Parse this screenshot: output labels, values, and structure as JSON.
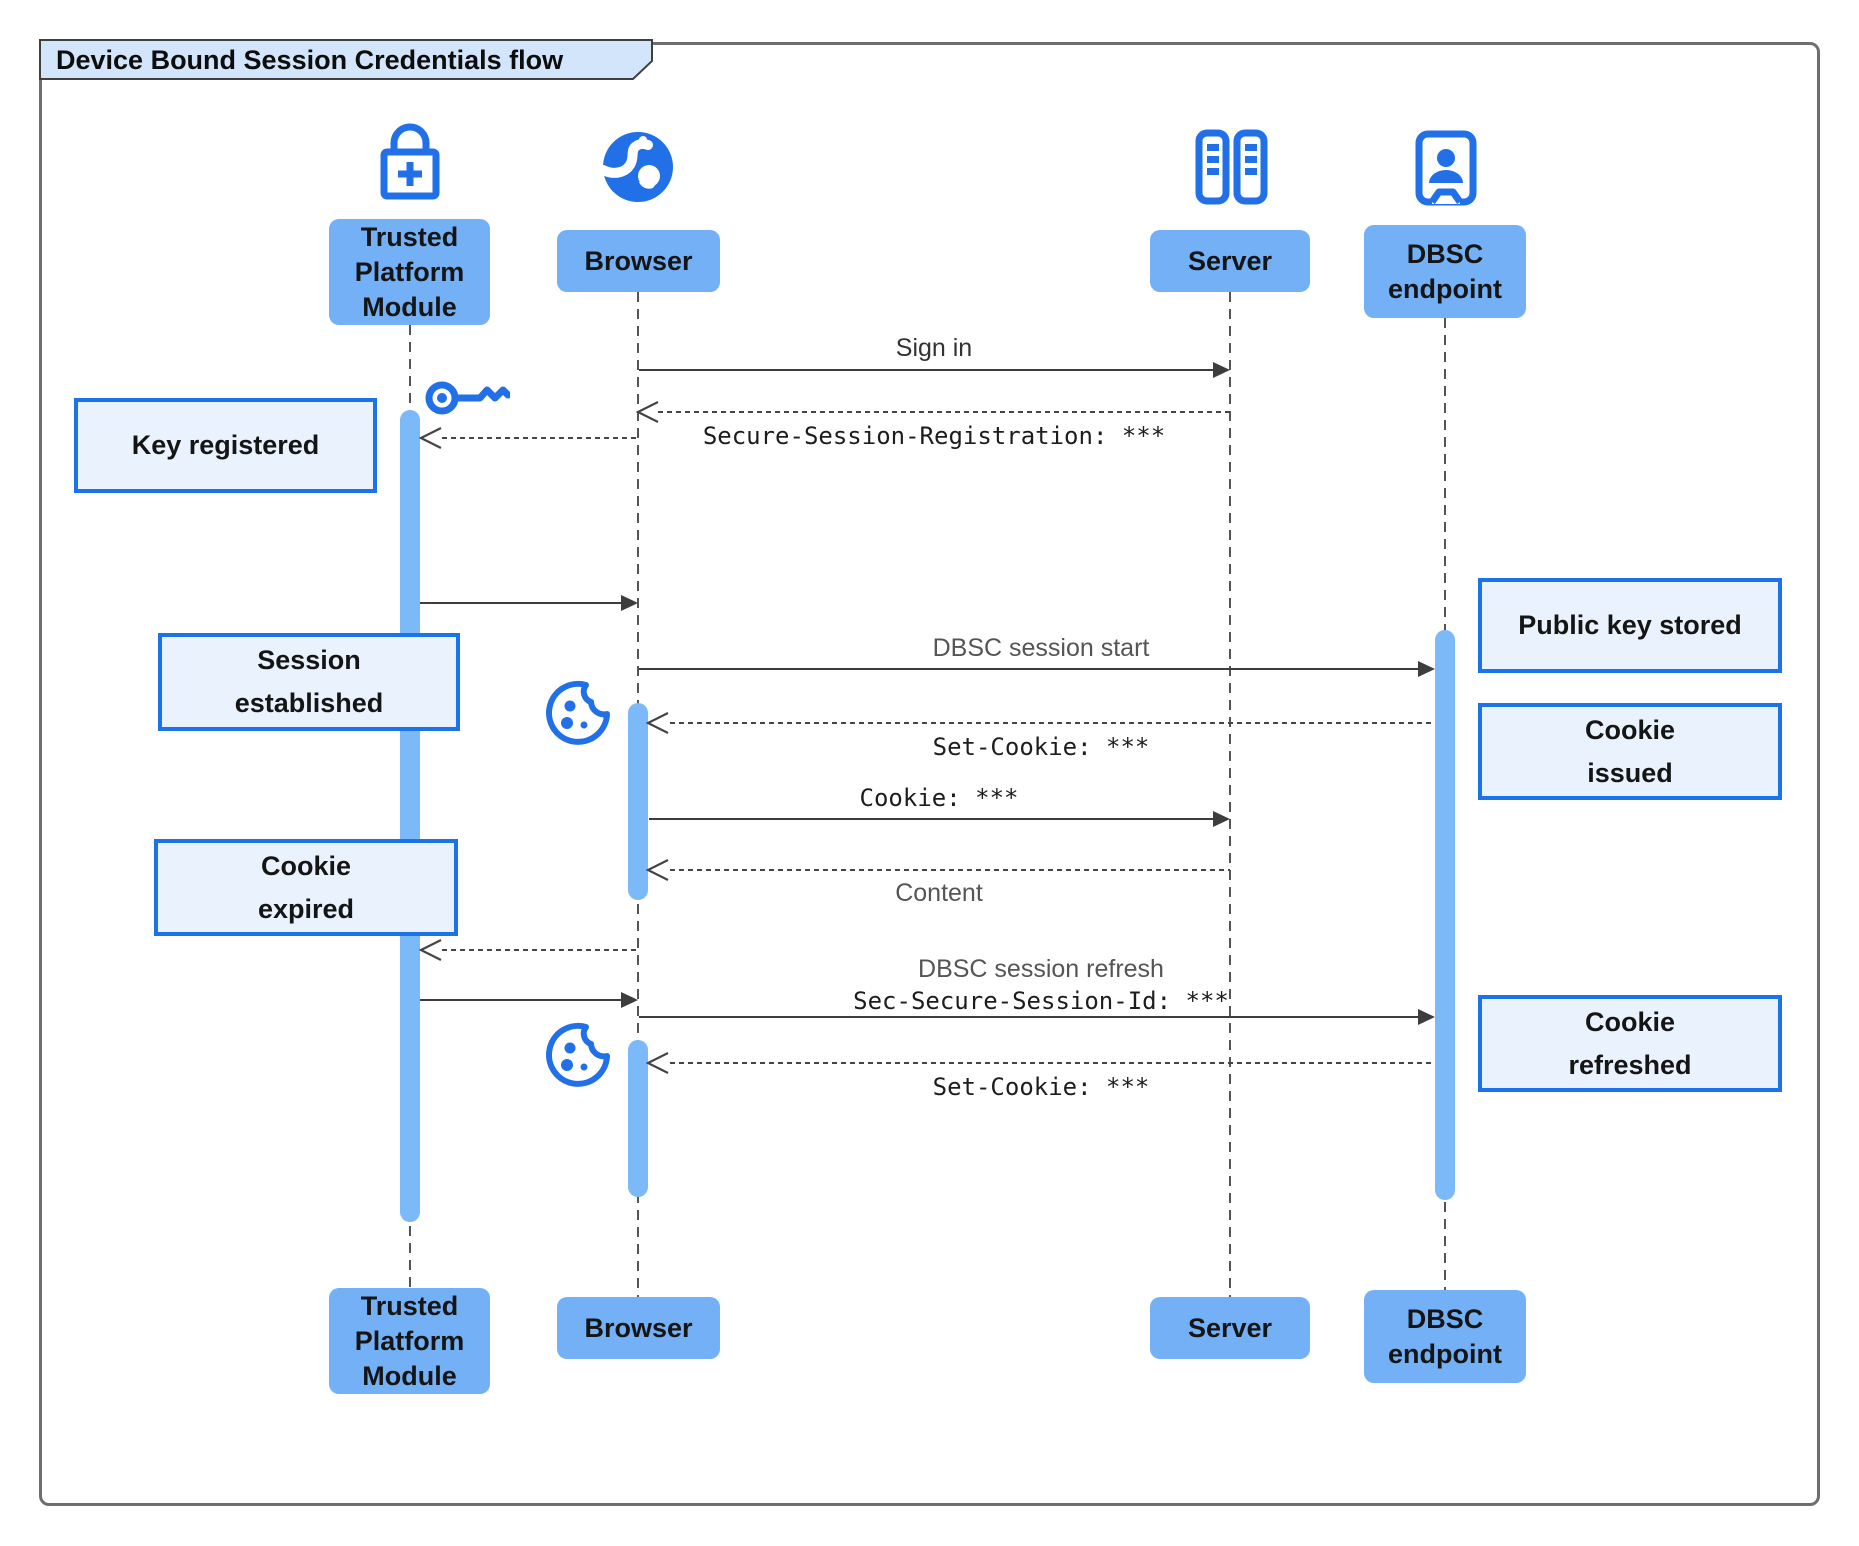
{
  "title": "Device Bound Session Credentials flow",
  "actors": {
    "tpm": {
      "label": "Trusted\nPlatform\nModule"
    },
    "browser": {
      "label": "Browser"
    },
    "server": {
      "label": "Server"
    },
    "dbsc": {
      "label": "DBSC\nendpoint"
    }
  },
  "messages": {
    "sign_in": {
      "label": "Sign in"
    },
    "session_registration": {
      "label": "Secure-Session-Registration: ***"
    },
    "dbsc_session_start": {
      "label": "DBSC session start"
    },
    "set_cookie_1": {
      "label": "Set-Cookie: ***"
    },
    "cookie": {
      "label": "Cookie: ***"
    },
    "content": {
      "label": "Content"
    },
    "dbsc_session_refresh": {
      "label": "DBSC session refresh"
    },
    "secure_session_id": {
      "label": "Sec-Secure-Session-Id: ***"
    },
    "set_cookie_2": {
      "label": "Set-Cookie: ***"
    }
  },
  "notes": {
    "key_registered": {
      "text": "Key registered"
    },
    "session_established": {
      "text": "Session\nestablished"
    },
    "cookie_expired": {
      "text": "Cookie\nexpired"
    },
    "public_key_stored": {
      "text": "Public key stored"
    },
    "cookie_issued": {
      "text": "Cookie\nissued"
    },
    "cookie_refreshed": {
      "text": "Cookie\nrefreshed"
    }
  },
  "icons": {
    "tpm": "lock-plus-icon",
    "browser": "globe-icon",
    "server": "server-rack-icon",
    "dbsc": "doorway-person-icon",
    "key": "key-icon",
    "cookie": "cookie-icon"
  },
  "colors": {
    "accent_blue": "#2170e8",
    "actor_fill": "#73b0f6",
    "activation_fill": "#7cb9f9",
    "note_fill": "#eaf2fe",
    "note_border": "#1a73e8",
    "title_tab_fill": "#d3e5fb",
    "line_color": "#3d3d3d",
    "frame_border": "#6e6e6e"
  }
}
